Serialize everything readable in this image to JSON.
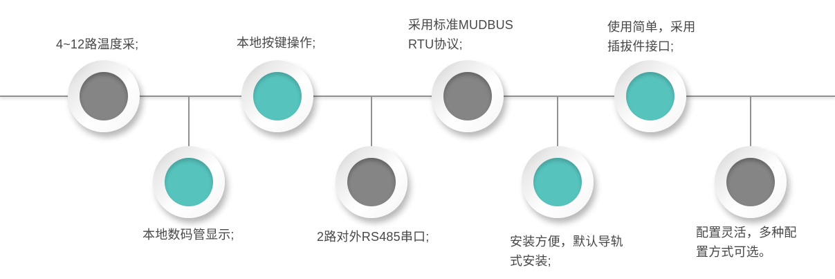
{
  "colors": {
    "teal_dot": "#57c3bd",
    "gray_dot": "#858585",
    "axis_line": "#919191",
    "label_text": "#484848",
    "ring": "#ffffff",
    "background": "#ffffff"
  },
  "nodes": [
    {
      "name": "temperature-channels",
      "row": "top",
      "dot": "gray",
      "label_lines": [
        "4~12路温度采;"
      ]
    },
    {
      "name": "local-keys",
      "row": "top",
      "dot": "teal",
      "label_lines": [
        "本地按键操作;"
      ]
    },
    {
      "name": "modbus-protocol",
      "row": "top",
      "dot": "gray",
      "label_lines": [
        "采用标准MUDBUS",
        "RTU协议;"
      ]
    },
    {
      "name": "plug-in-interface",
      "row": "top",
      "dot": "teal",
      "label_lines": [
        "使用简单，采用",
        "插拔件接口;"
      ]
    },
    {
      "name": "digital-tube-display",
      "row": "bottom",
      "dot": "teal",
      "label_lines": [
        "本地数码管显示;"
      ]
    },
    {
      "name": "rs485-ports",
      "row": "bottom",
      "dot": "gray",
      "label_lines": [
        "2路对外RS485串口;"
      ]
    },
    {
      "name": "din-rail-mounting",
      "row": "bottom",
      "dot": "teal",
      "label_lines": [
        "安装方便，默认导轨",
        "式安装;"
      ]
    },
    {
      "name": "flexible-configuration",
      "row": "bottom",
      "dot": "gray",
      "label_lines": [
        "配置灵活，多种配",
        "置方式可选。"
      ]
    }
  ]
}
